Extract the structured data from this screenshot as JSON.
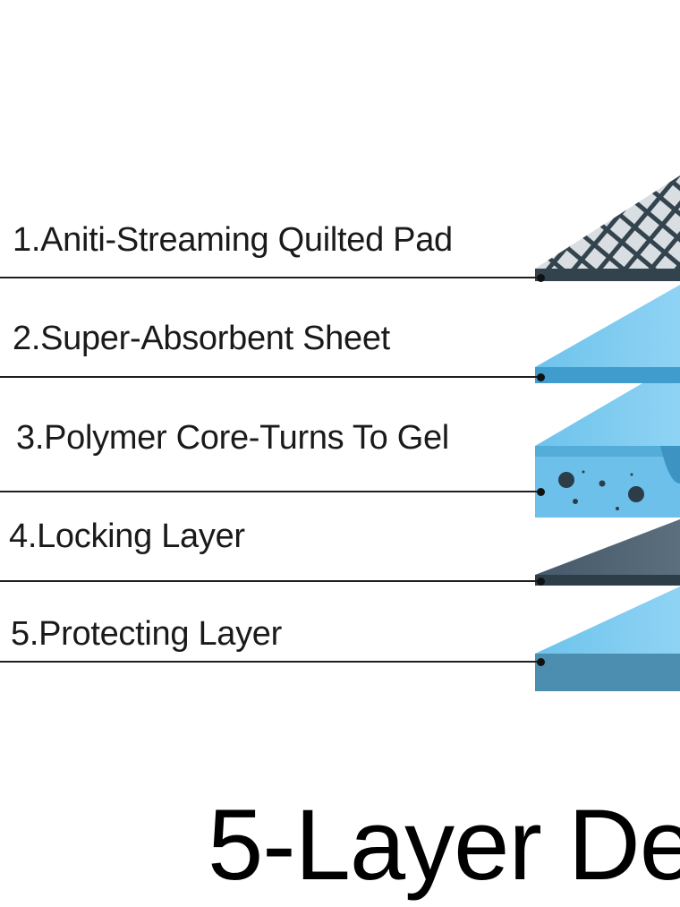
{
  "diagram": {
    "layers": [
      {
        "label": "1.Aniti-Streaming Quilted Pad"
      },
      {
        "label": "2.Super-Absorbent Sheet"
      },
      {
        "label": "3.Polymer Core-Turns To Gel"
      },
      {
        "label": "4.Locking Layer"
      },
      {
        "label": "5.Protecting Layer"
      }
    ],
    "title": "5-Layer De"
  },
  "colors": {
    "light_blue": "#74c6ee",
    "mid_blue": "#4aa3d0",
    "dark_slate": "#3f5360",
    "slate_face": "#2f3f4a",
    "steel_blue": "#4a88a8",
    "net": "#3a4a55"
  }
}
